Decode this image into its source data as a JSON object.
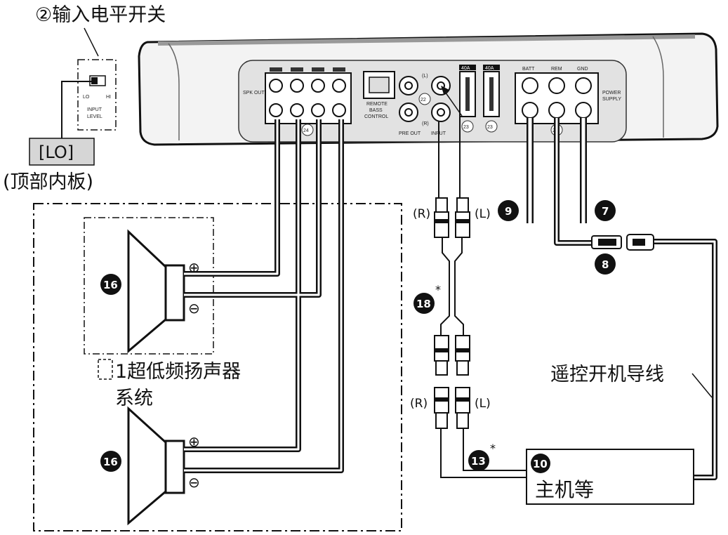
{
  "labels": {
    "input_level_switch": "②输入电平开关",
    "lo_tag": "[LO]",
    "top_inner_panel": "(顶部内板)",
    "subwoofer_system_line1": "1超低频扬声器",
    "subwoofer_system_line2": "系统",
    "remote_lead": "遥控开机导线",
    "head_unit": "主机等",
    "plus": "⊕",
    "minus": "⊖",
    "right_ch": "(R)",
    "left_ch": "(L)",
    "asterisk": "*"
  },
  "panel": {
    "switch_lo": "LO",
    "switch_hi": "HI",
    "input": "INPUT",
    "level": "LEVEL",
    "spout": "SPK OUT",
    "remote": "REMOTE",
    "bass": "BASS",
    "control": "CONTROL",
    "preout": "PRE OUT",
    "input_jack": "INPUT",
    "batt": "BATT",
    "rem": "REM",
    "gnd": "GND",
    "power": "POWER",
    "supply": "SUPPLY",
    "fuse1": "40A",
    "fuse2": "40A",
    "ch_l": "(L)",
    "ch_r": "(R)"
  },
  "badges": {
    "speaker1": "16",
    "speaker2": "16",
    "power_cable9": "9",
    "power_cable7": "7",
    "connector8": "8",
    "rca18": "18",
    "rca13": "13",
    "head10": "10",
    "c22": "22",
    "c21": "21",
    "c23": "23",
    "c23b": "23",
    "c24": "24"
  }
}
